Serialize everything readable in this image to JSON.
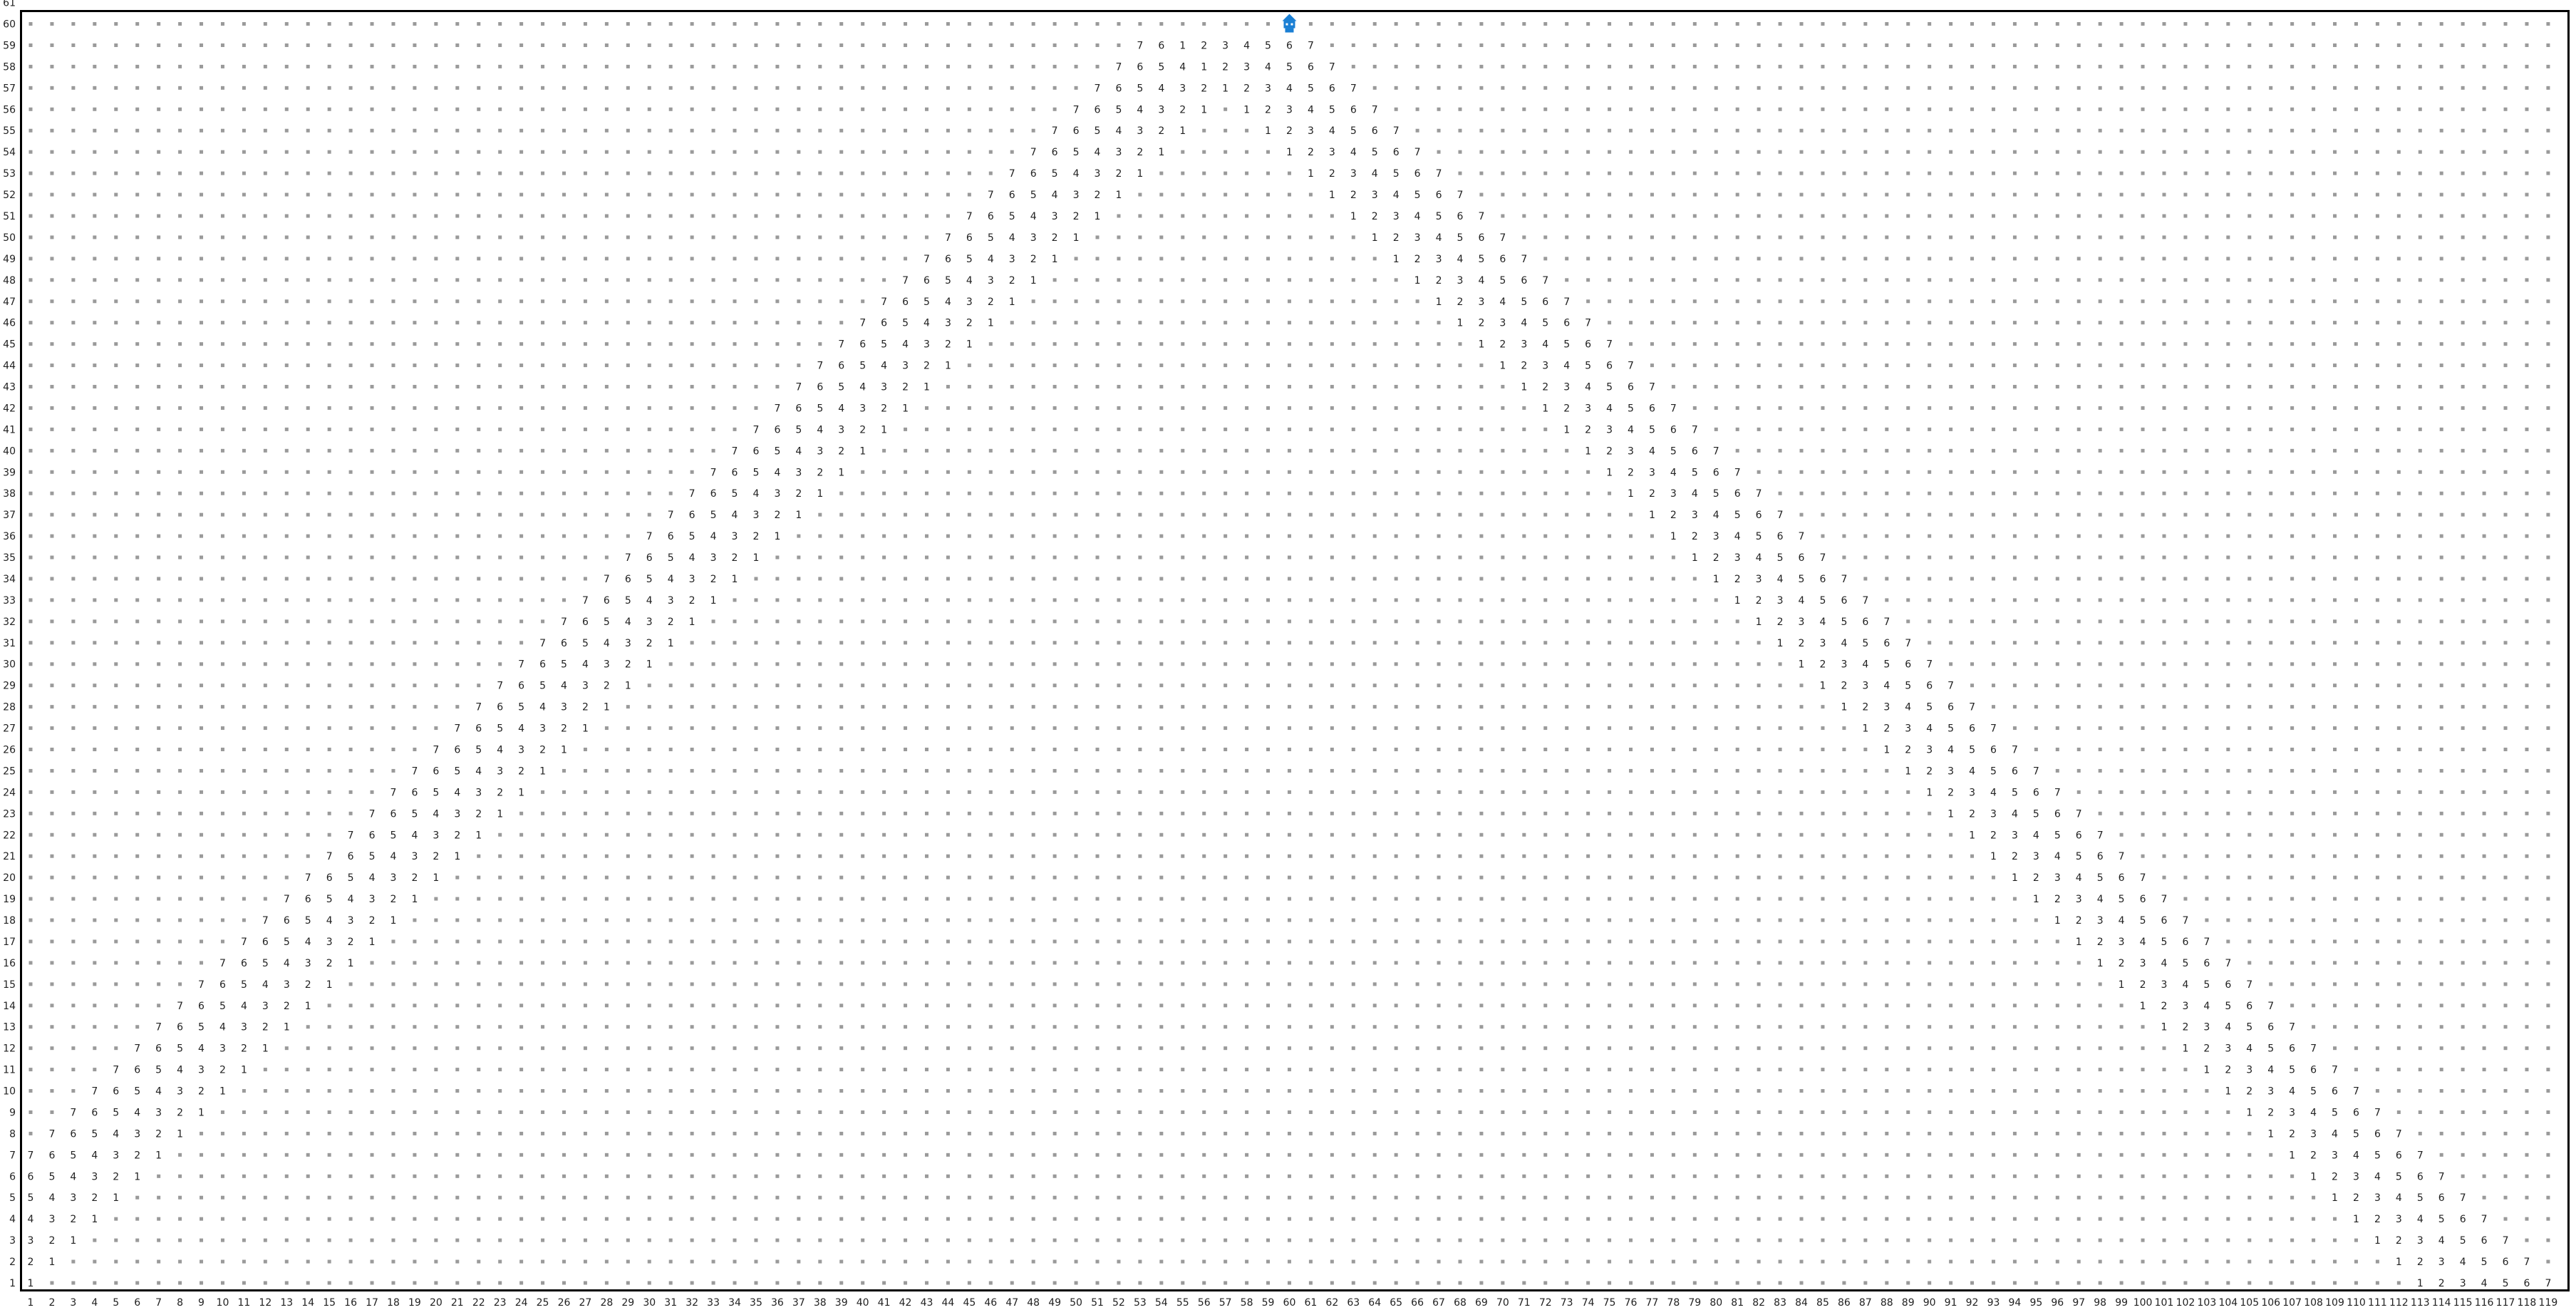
{
  "board": {
    "columns": 119,
    "rows": 61,
    "x_axis_labels": [
      "1",
      "2",
      "3",
      "4",
      "5",
      "6",
      "7",
      "8",
      "9",
      "10",
      "11",
      "12",
      "13",
      "14",
      "15",
      "16",
      "17",
      "18",
      "19",
      "20",
      "21",
      "22",
      "23",
      "24",
      "25",
      "26",
      "27",
      "28",
      "29",
      "30",
      "31",
      "32",
      "33",
      "34",
      "35",
      "36",
      "37",
      "38",
      "39",
      "40",
      "41",
      "42",
      "43",
      "44",
      "45",
      "46",
      "47",
      "48",
      "49",
      "50",
      "51",
      "52",
      "53",
      "54",
      "55",
      "56",
      "57",
      "58",
      "59",
      "60",
      "61",
      "62",
      "63",
      "64",
      "65",
      "66",
      "67",
      "68",
      "69",
      "70",
      "71",
      "72",
      "73",
      "74",
      "75",
      "76",
      "77",
      "78",
      "79",
      "80",
      "81",
      "82",
      "83",
      "84",
      "85",
      "86",
      "87",
      "88",
      "89",
      "90",
      "91",
      "92",
      "93",
      "94",
      "95",
      "96",
      "97",
      "98",
      "99",
      "100",
      "101",
      "102",
      "103",
      "104",
      "105",
      "106",
      "107",
      "108",
      "109",
      "110",
      "111",
      "112",
      "113",
      "114",
      "115",
      "116",
      "117",
      "118",
      "119"
    ],
    "y_axis_labels": [
      "1",
      "2",
      "3",
      "4",
      "5",
      "6",
      "7",
      "8",
      "9",
      "10",
      "11",
      "12",
      "13",
      "14",
      "15",
      "16",
      "17",
      "18",
      "19",
      "20",
      "21",
      "22",
      "23",
      "24",
      "25",
      "26",
      "27",
      "28",
      "29",
      "30",
      "31",
      "32",
      "33",
      "34",
      "35",
      "36",
      "37",
      "38",
      "39",
      "40",
      "41",
      "42",
      "43",
      "44",
      "45",
      "46",
      "47",
      "48",
      "49",
      "50",
      "51",
      "52",
      "53",
      "54",
      "55",
      "56",
      "57",
      "58",
      "59",
      "60",
      "61"
    ],
    "agent": {
      "column": 60,
      "row": 60,
      "icon": "robot-icon",
      "color": "#1a7fd4"
    },
    "left_diagonal_trail": {
      "description_key": "left-trail",
      "start": {
        "column": 1,
        "row": 1
      },
      "end": {
        "column": 59,
        "row": 59
      },
      "numbers": [
        "7",
        "6",
        "5",
        "4",
        "3",
        "2",
        "1"
      ]
    },
    "right_diagonal_trail": {
      "description_key": "right-trail",
      "start": {
        "column": 61,
        "row": 59
      },
      "end": {
        "column": 113,
        "row": 1
      },
      "numbers": [
        "1",
        "2",
        "3",
        "4",
        "5",
        "6",
        "7"
      ]
    },
    "colors": {
      "dot": "#9a9a9a",
      "text": "#222222",
      "border": "#000000",
      "agent": "#1a7fd4"
    }
  }
}
